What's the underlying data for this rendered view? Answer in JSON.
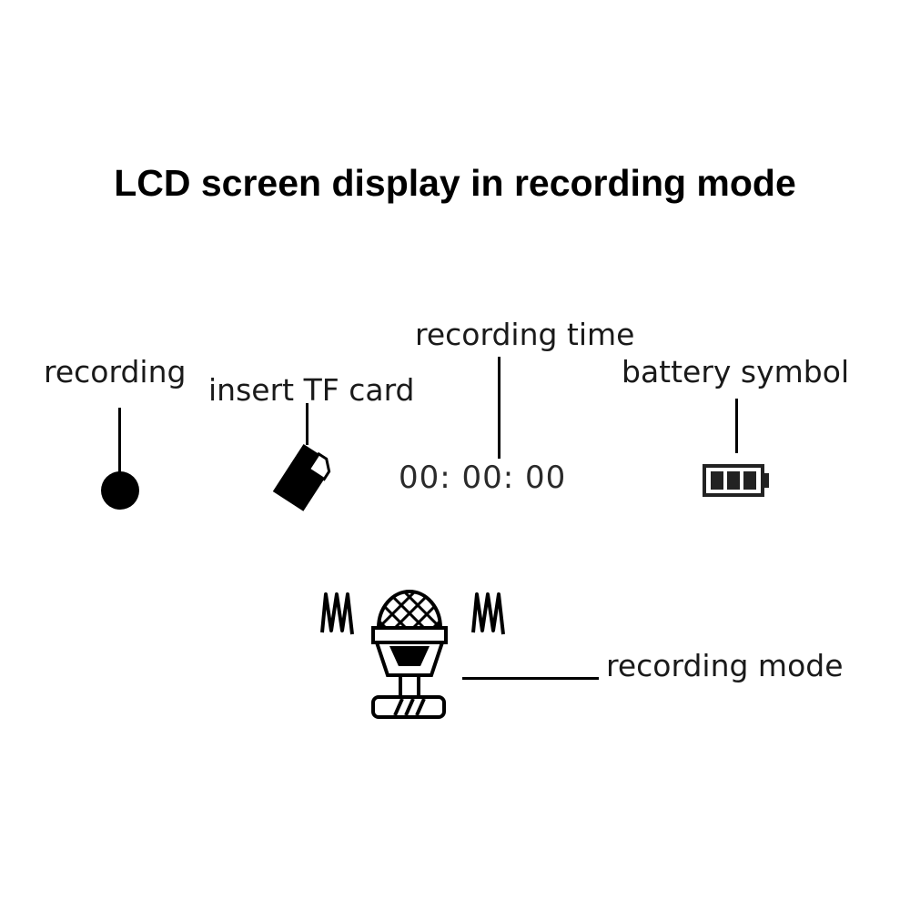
{
  "title": "LCD screen display in recording mode",
  "labels": {
    "recording": "recording",
    "insert_tf_card": "insert TF card",
    "recording_time": "recording time",
    "battery_symbol": "battery symbol",
    "recording_mode": "recording mode"
  },
  "display": {
    "time": "00: 00: 00"
  },
  "icons": {
    "recording": "record-dot-icon",
    "tf_card": "sd-card-icon",
    "battery": "battery-icon",
    "mode": "microphone-icon"
  },
  "colors": {
    "ink": "#000000",
    "background": "#ffffff"
  }
}
